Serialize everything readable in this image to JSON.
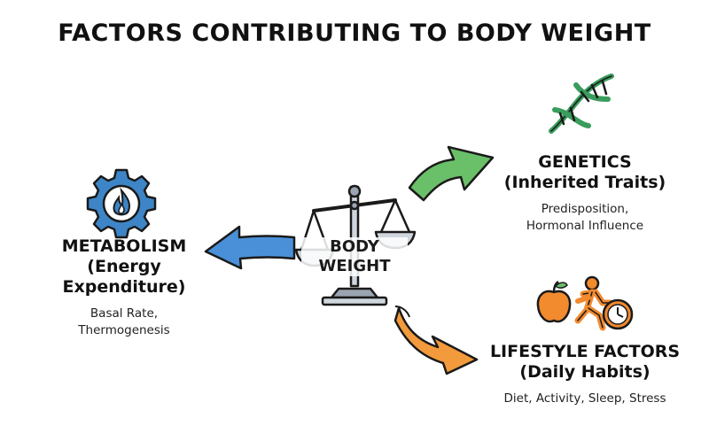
{
  "title": "FACTORS CONTRIBUTING TO BODY WEIGHT",
  "center": {
    "line1": "BODY",
    "line2": "WEIGHT"
  },
  "metabolism": {
    "heading": "METABOLISM",
    "sub": "(Energy Expenditure)",
    "detail1": "Basal Rate,",
    "detail2": "Thermogenesis",
    "icon": "gear-flame-icon",
    "arrow_color": "#4a90d9"
  },
  "genetics": {
    "heading": "GENETICS",
    "sub": "(Inherited Traits)",
    "detail1": "Predisposition,",
    "detail2": "Hormonal Influence",
    "icon": "dna-icon",
    "arrow_color": "#6abf69"
  },
  "lifestyle": {
    "heading": "LIFESTYLE FACTORS",
    "sub": "(Daily Habits)",
    "detail1": "Diet, Activity, Sleep, Stress",
    "icon": "apple-runner-clock-icon",
    "arrow_color": "#f29a3c"
  }
}
